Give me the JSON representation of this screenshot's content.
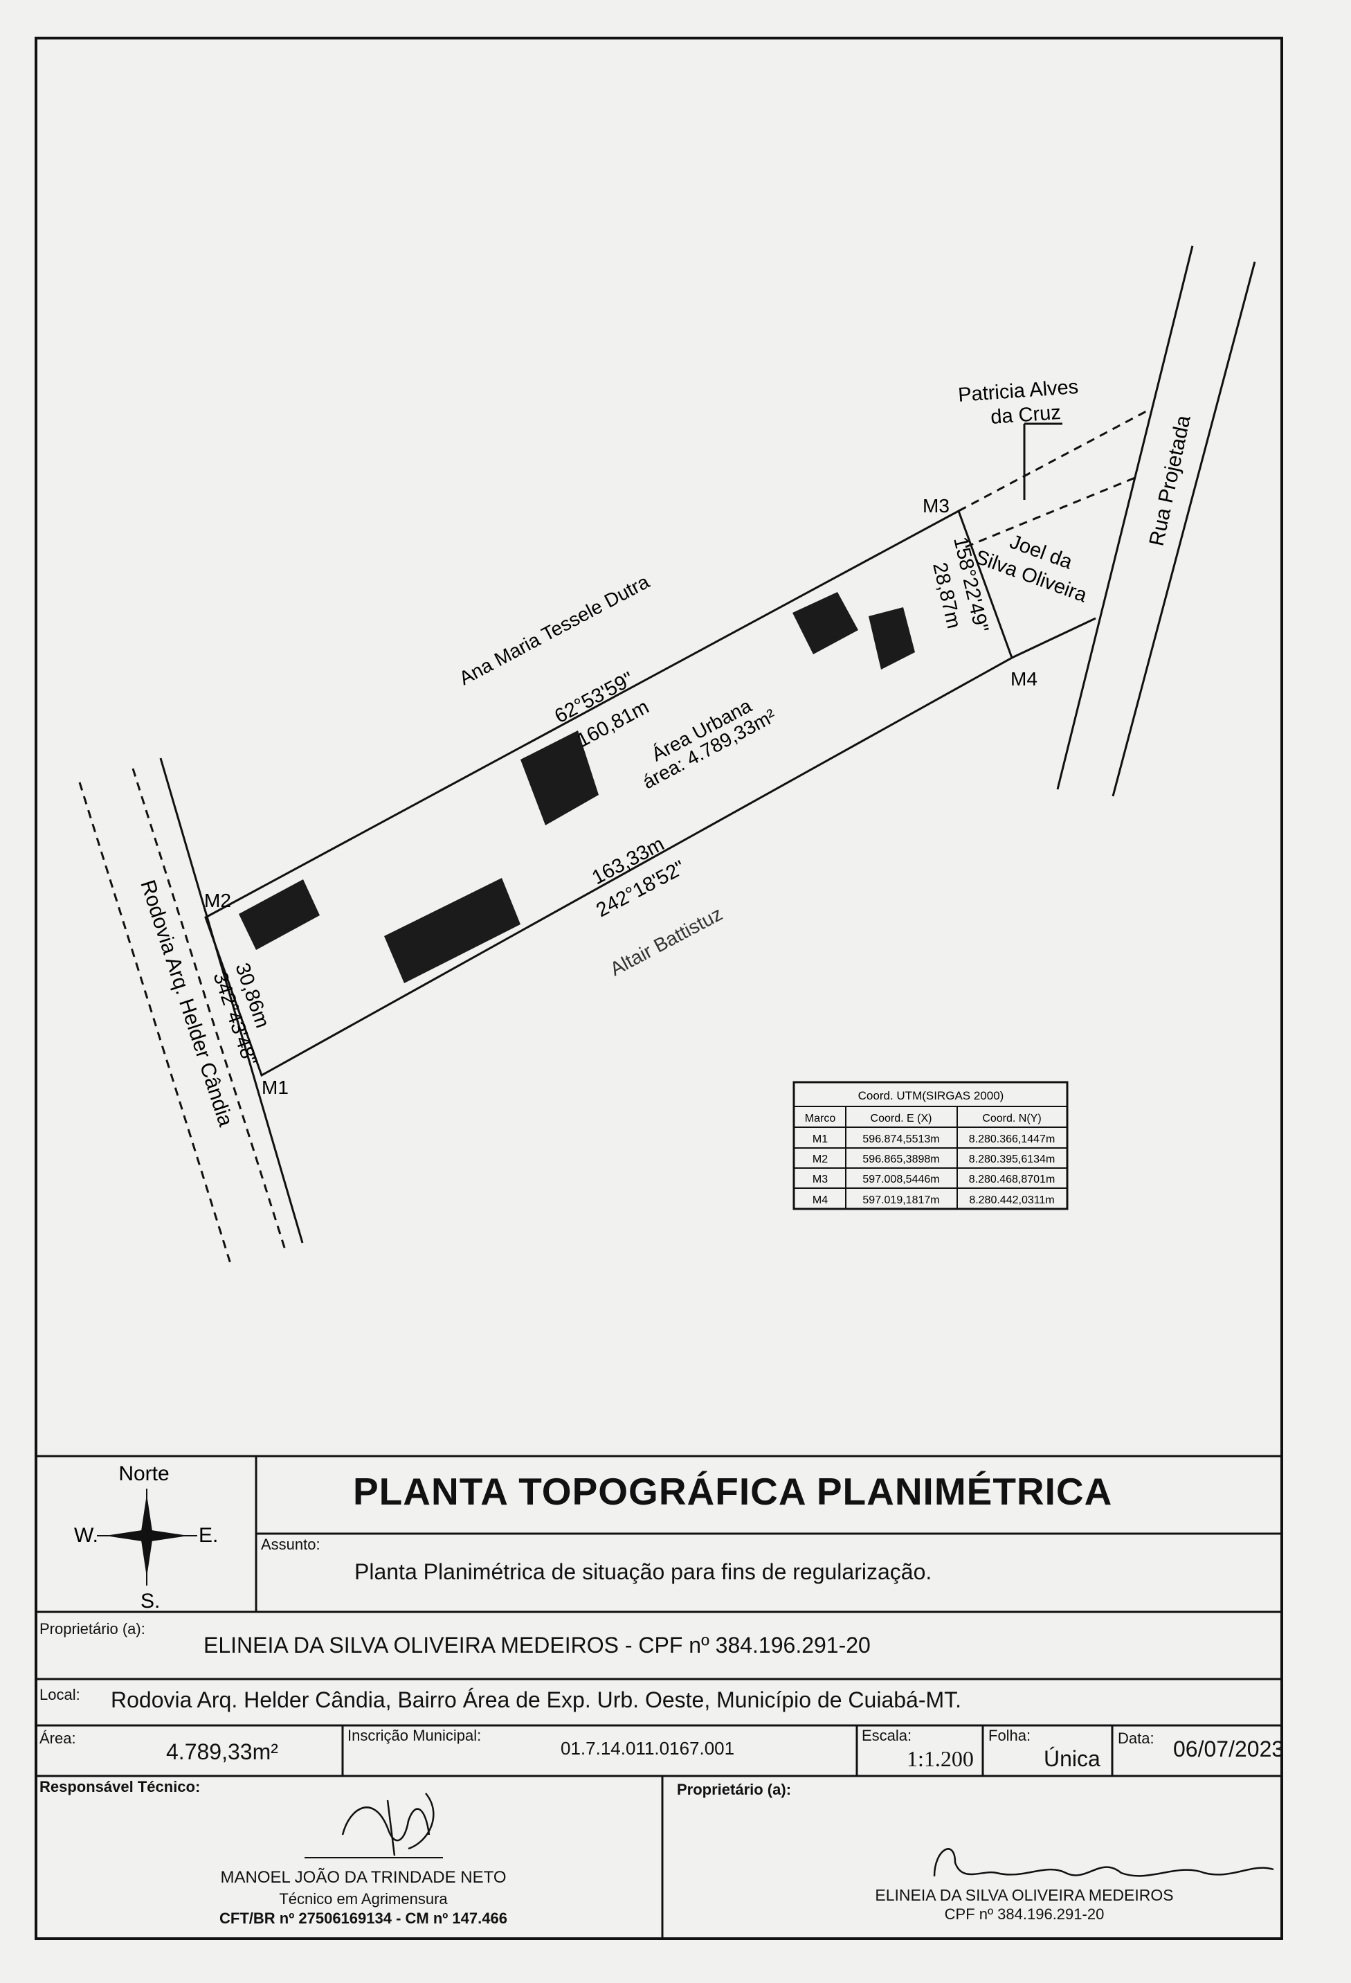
{
  "plan": {
    "neighbors": {
      "north_west": "Ana Maria Tessele Dutra",
      "south": "Altair Battistuz",
      "ne_top_line1": "Patricia Alves",
      "ne_top_line2": "da Cruz",
      "ne_bottom_line1": "Joel da",
      "ne_bottom_line2": "Silva Oliveira"
    },
    "roads": {
      "west": "Rodovia Arq. Helder Cândia",
      "east": "Rua Projetada"
    },
    "markers": {
      "m1": "M1",
      "m2": "M2",
      "m3": "M3",
      "m4": "M4"
    },
    "segments": {
      "north_bearing": "62°53'59\"",
      "north_length": "160,81m",
      "south_length": "163,33m",
      "south_bearing": "242°18'52\"",
      "east_bearing": "158°22'49\"",
      "east_length": "28,87m",
      "west_length": "30,86m",
      "west_bearing": "342°43'48\""
    },
    "area_label": "Área Urbana",
    "area_value": "área: 4.789,33m²"
  },
  "coord_table": {
    "title": "Coord. UTM(SIRGAS 2000)",
    "headers": [
      "Marco",
      "Coord. E (X)",
      "Coord. N(Y)"
    ],
    "rows": [
      [
        "M1",
        "596.874,5513m",
        "8.280.366,1447m"
      ],
      [
        "M2",
        "596.865,3898m",
        "8.280.395,6134m"
      ],
      [
        "M3",
        "597.008,5446m",
        "8.280.468,8701m"
      ],
      [
        "M4",
        "597.019,1817m",
        "8.280.442,0311m"
      ]
    ]
  },
  "compass": {
    "north": "Norte",
    "west": "W.",
    "east": "E.",
    "south": "S."
  },
  "title_block": {
    "title": "PLANTA TOPOGRÁFICA PLANIMÉTRICA",
    "subject_label": "Assunto:",
    "subject": "Planta Planimétrica de situação para fins de regularização.",
    "owner_label": "Proprietário (a):",
    "owner": "ELINEIA DA SILVA OLIVEIRA MEDEIROS - CPF nº 384.196.291-20",
    "local_label": "Local:",
    "local": "Rodovia Arq. Helder Cândia, Bairro  Área de Exp. Urb. Oeste, Município de Cuiabá-MT.",
    "area_label": "Área:",
    "area": "4.789,33m²",
    "inscricao_label": "Inscrição Municipal:",
    "inscricao": "01.7.14.011.0167.001",
    "escala_label": "Escala:",
    "escala": "1:1.200",
    "folha_label": "Folha:",
    "folha": "Única",
    "data_label": "Data:",
    "data": "06/07/2023",
    "tech_label": "Responsável Técnico:",
    "tech_name": "MANOEL JOÃO DA TRINDADE NETO",
    "tech_role": "Técnico em Agrimensura",
    "tech_reg": "CFT/BR nº 27506169134 - CM nº 147.466",
    "owner2_label": "Proprietário (a):",
    "owner2_name": "ELINEIA DA SILVA OLIVEIRA MEDEIROS",
    "owner2_cpf": "CPF nº 384.196.291-20"
  }
}
